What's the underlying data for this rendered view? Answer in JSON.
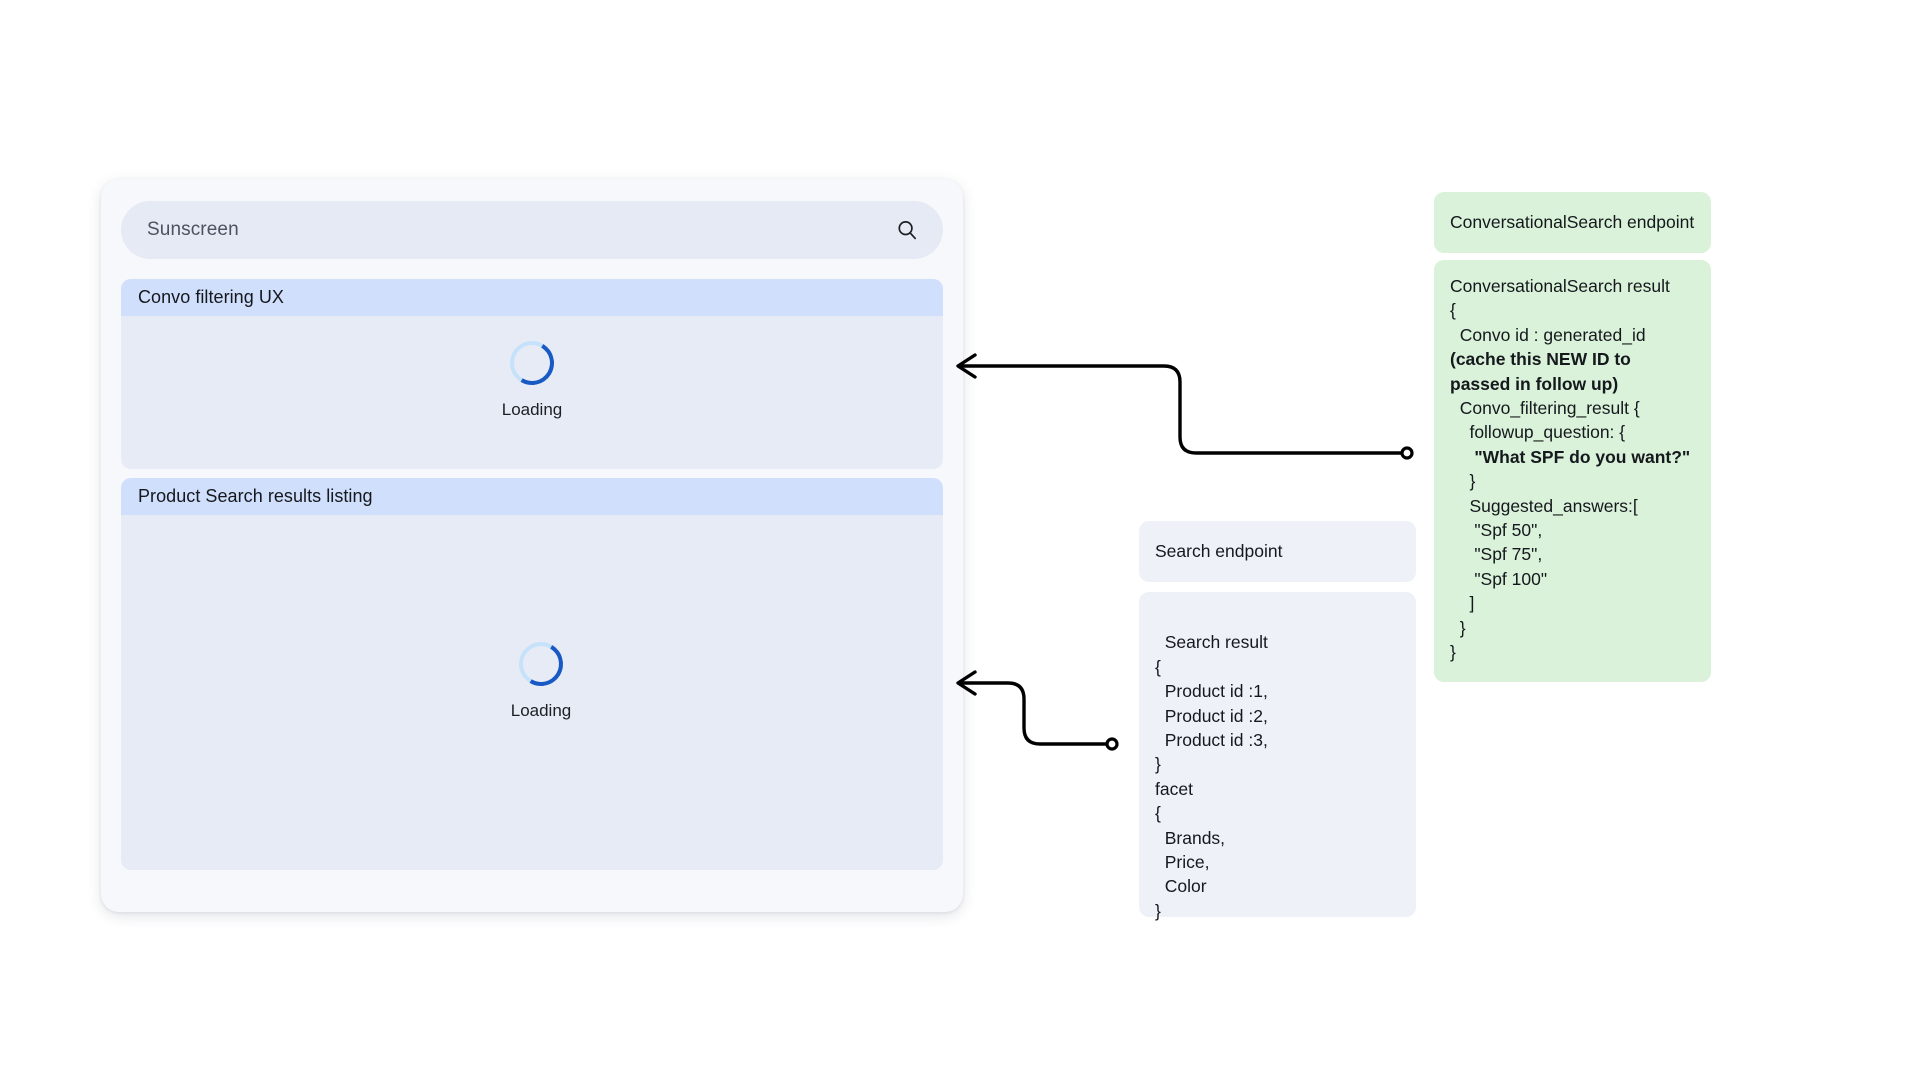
{
  "app": {
    "search": {
      "value": "Sunscreen",
      "placeholder": "Search",
      "icon": "search-icon"
    },
    "cards": [
      {
        "id": "convo-filtering-ux",
        "header": "Convo filtering UX",
        "status": "Loading",
        "spinner_icon": "loading-spinner-icon"
      },
      {
        "id": "product-search-results-listing",
        "header": "Product Search results listing",
        "status": "Loading",
        "spinner_icon": "loading-spinner-icon"
      }
    ]
  },
  "notes": {
    "search_endpoint": {
      "title": "Search endpoint"
    },
    "search_result": {
      "body": "Search result\n{\n  Product id :1,\n  Product id :2,\n  Product id :3,\n}\nfacet\n{\n  Brands,\n  Price,\n  Color\n}"
    },
    "conversational_search_endpoint": {
      "title": "ConversationalSearch endpoint"
    },
    "conversational_search_result": {
      "line_1": "ConversationalSearch result",
      "line_2": "{",
      "line_3_plain": "  Convo id : generated_id ",
      "line_3_bold": "(cache this NEW ID to passed in follow up)",
      "line_4": "  Convo_filtering_result {",
      "line_5": "    followup_question: {",
      "line_6_bold": "     \"What SPF do you want?\"",
      "line_7": "    }",
      "line_8": "    Suggested_answers:[",
      "line_9": "     \"Spf 50\",",
      "line_10": "     \"Spf 75\",",
      "line_11": "     \"Spf 100\"",
      "line_12": "    ]",
      "line_13": "  }",
      "line_14": "}"
    }
  },
  "connectors": [
    {
      "name": "convo-result-to-app",
      "from": "conversational-search-result-box",
      "to": "convo-filtering-ux-card"
    },
    {
      "name": "search-result-to-app",
      "from": "search-result-box",
      "to": "product-search-results-listing-card"
    }
  ],
  "colors": {
    "page_background": "#ffffff",
    "panel_background": "#f7f8fc",
    "search_field": "#e6eaf4",
    "card_body": "#e6ebf5",
    "card_header": "#cfdffc",
    "note_grey": "#eef1f7",
    "note_green": "#d9f2d9",
    "spinner_track": "#c6e2fb",
    "spinner_accent": "#1859c4",
    "connector_stroke": "#000000",
    "text_primary": "#15181d",
    "text_muted": "#4d5261"
  }
}
